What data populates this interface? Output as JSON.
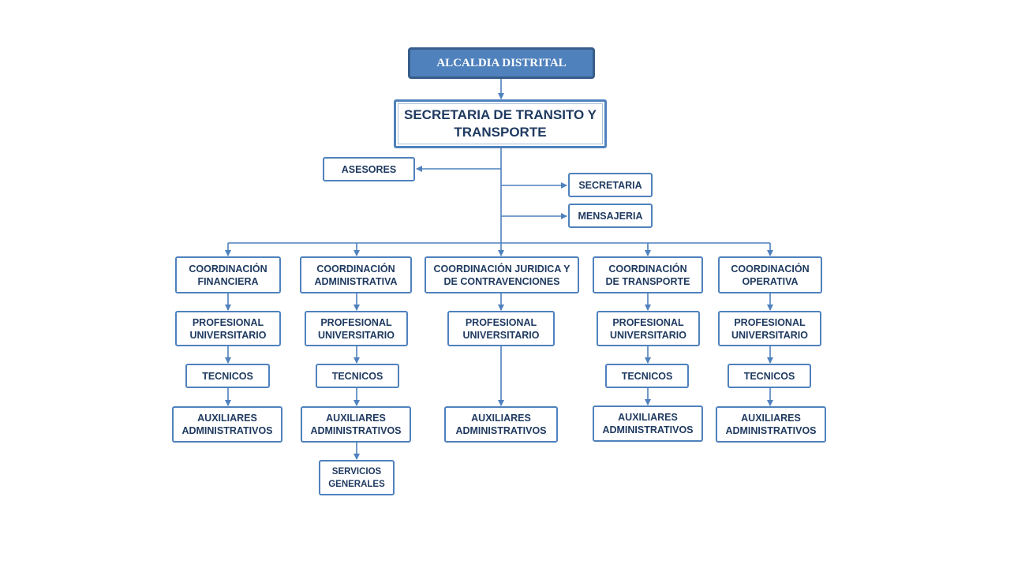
{
  "org_chart": {
    "top": "ALCALDIA DISTRITAL",
    "secretaria": "SECRETARIA DE TRANSITO Y\nTRANSPORTE",
    "asesores": "ASESORES",
    "secretaria_staff": "SECRETARIA",
    "mensajeria": "MENSAJERIA",
    "columns": [
      {
        "coord": "COORDINACIÓN\nFINANCIERA",
        "prof": "PROFESIONAL\nUNIVERSITARIO",
        "tec": "TECNICOS",
        "aux": "AUXILIARES\nADMINISTRATIVOS"
      },
      {
        "coord": "COORDINACIÓN\nADMINISTRATIVA",
        "prof": "PROFESIONAL\nUNIVERSITARIO",
        "tec": "TECNICOS",
        "aux": "AUXILIARES\nADMINISTRATIVOS",
        "extra": "SERVICIOS\nGENERALES"
      },
      {
        "coord": "COORDINACIÓN JURIDICA Y\nDE CONTRAVENCIONES",
        "prof": "PROFESIONAL\nUNIVERSITARIO",
        "aux": "AUXILIARES\nADMINISTRATIVOS"
      },
      {
        "coord": "COORDINACIÓN\nDE TRANSPORTE",
        "prof": "PROFESIONAL\nUNIVERSITARIO",
        "tec": "TECNICOS",
        "aux": "AUXILIARES\nADMINISTRATIVOS"
      },
      {
        "coord": "COORDINACIÓN\nOPERATIVA",
        "prof": "PROFESIONAL\nUNIVERSITARIO",
        "tec": "TECNICOS",
        "aux": "AUXILIARES\nADMINISTRATIVOS"
      }
    ]
  }
}
